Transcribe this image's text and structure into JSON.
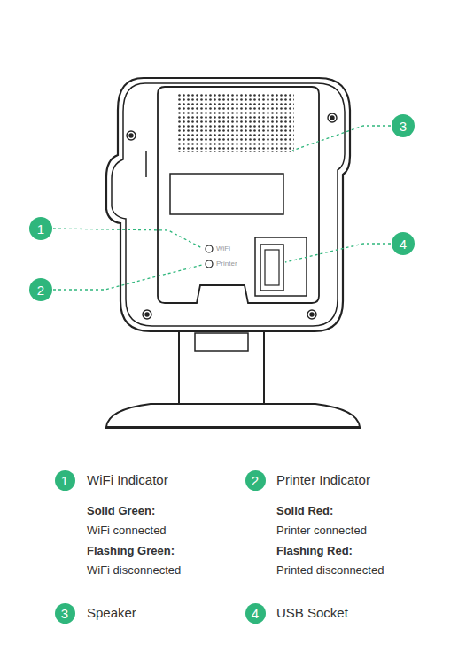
{
  "diagram": {
    "nodes": [
      {
        "text": [
          "1"
        ]
      },
      {
        "text": [
          "2"
        ]
      },
      {
        "text": [
          "3"
        ]
      },
      {
        "text": [
          "4"
        ]
      },
      {
        "text": [
          "1"
        ]
      },
      {
        "text": [
          "2"
        ]
      },
      {
        "text": [
          "3"
        ]
      },
      {
        "text": [
          "4"
        ]
      }
    ],
    "labels": [
      "WiFi",
      "Printer",
      "WiFi Indicator",
      "Solid Green:",
      "WiFi connected",
      "Flashing Green:",
      "WiFi disconnected",
      "Printer Indicator",
      "Solid Red:",
      "Printer connected",
      "Flashing Red:",
      "Printed disconnected",
      "Speaker",
      "USB Socket"
    ]
  }
}
